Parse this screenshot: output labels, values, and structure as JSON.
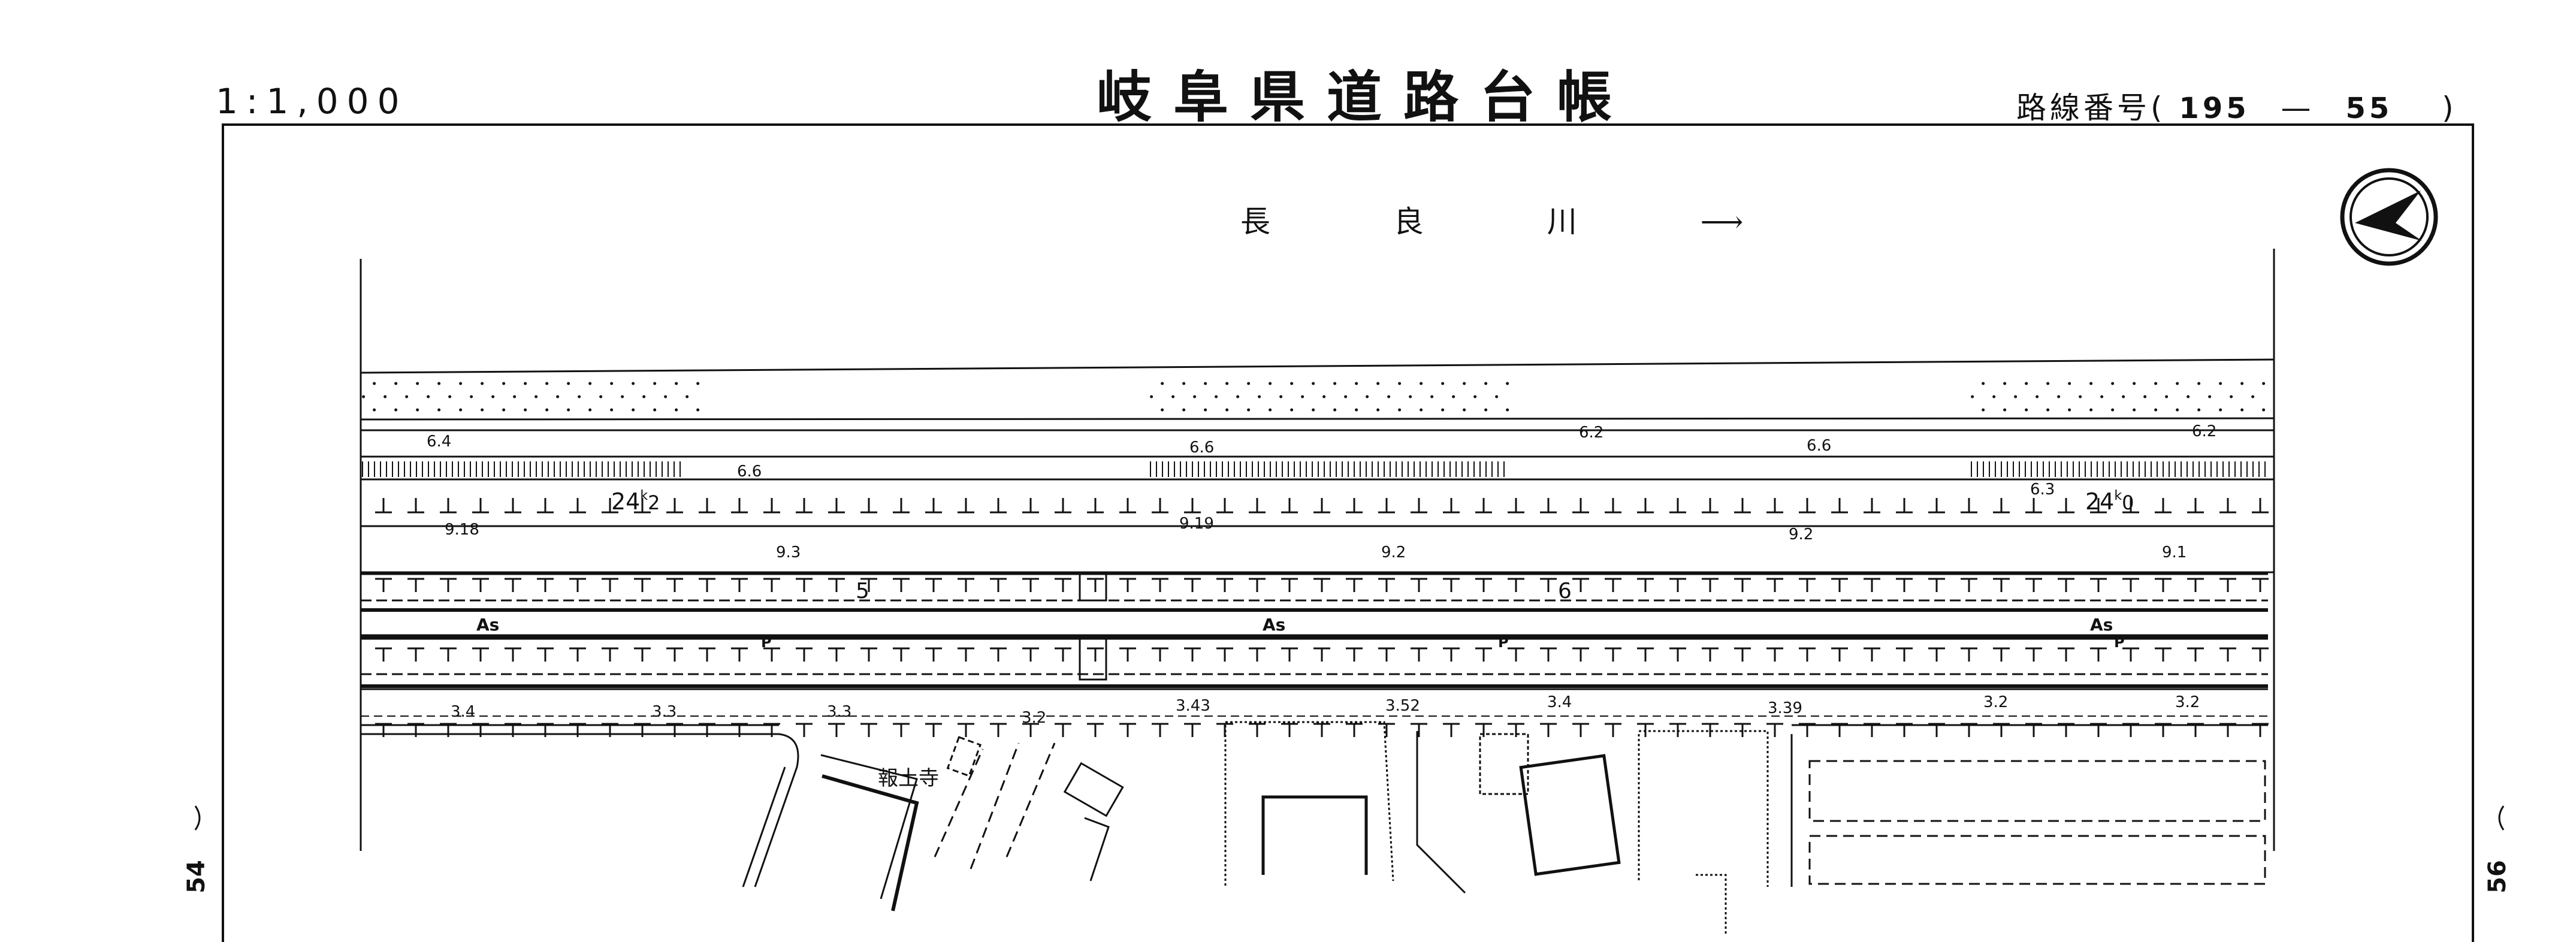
{
  "header": {
    "scale": "1:1,000",
    "title": "岐阜県道路台帳",
    "route_prefix": "路線番号(",
    "route_major": "195",
    "route_dash": "—",
    "route_minor": "55",
    "route_suffix": ")"
  },
  "map": {
    "river_label": "長 良 川 ⟶",
    "temple_label": "報土寺",
    "station_marks": [
      "24",
      "24"
    ],
    "station_superscript": "k",
    "station_marks_trail": [
      "2",
      "0"
    ],
    "km_posts": [
      "5",
      "6"
    ],
    "surface_labels": [
      "As",
      "As",
      "As"
    ],
    "parking_labels": [
      "P",
      "P",
      "P"
    ],
    "elevations_top": [
      "6.4",
      "6.6",
      "6.6",
      "6.2",
      "6.6",
      "6.2",
      "6.3"
    ],
    "elevations_mid": [
      "9.18",
      "9.19",
      "9.3",
      "9.2",
      "9.2",
      "9.1"
    ],
    "elevations_bottom": [
      "3.4",
      "3.3",
      "3.3",
      "3.2",
      "3.43",
      "3.52",
      "3.4",
      "3.39",
      "3.2",
      "3.2"
    ],
    "adjacent_sheets": {
      "left": "54",
      "right": "56"
    }
  },
  "colors": {
    "ink": "#111111",
    "paper": "#ffffff"
  }
}
